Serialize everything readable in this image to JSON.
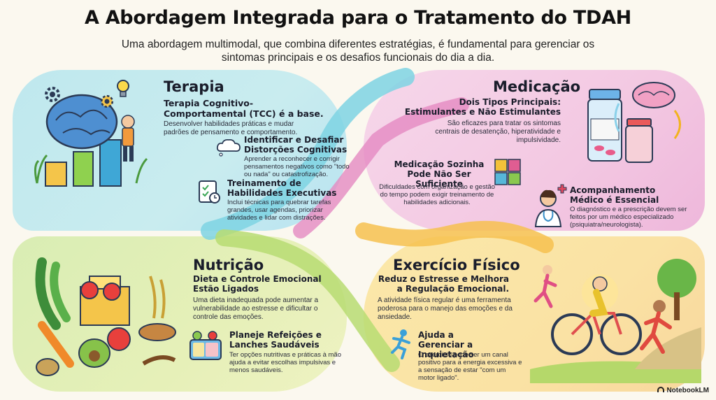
{
  "header": {
    "title": "A Abordagem Integrada para o Tratamento do TDAH",
    "subtitle": "Uma abordagem multimodal, que combina diferentes estratégias, é fundamental para gerenciar os sintomas principais e os desafios funcionais do dia a dia."
  },
  "terapia": {
    "title": "Terapia",
    "lead": "Terapia Cognitivo-Comportamental (TCC) é a base.",
    "desc": "Desenvolver habilidades práticas e mudar padrões de pensamento e comportamento.",
    "item1_title": "Identificar e Desafiar Distorções Cognitivas",
    "item1_text": "Aprender a reconhecer e corrigir pensamentos negativos como \"todo ou nada\" ou catastrofização.",
    "item2_title": "Treinamento de Habilidades Executivas",
    "item2_text": "Inclui técnicas para quebrar tarefas grandes, usar agendas, priorizar atividades e lidar com distrações."
  },
  "medicacao": {
    "title": "Medicação",
    "lead": "Dois Tipos Principais: Estimulantes e Não Estimulantes",
    "desc": "São eficazes para tratar os sintomas centrais de desatenção, hiperatividade e impulsividade.",
    "item1_title": "Medicação Sozinha Pode Não Ser Suficiente",
    "item1_text": "Dificuldades com organização e gestão do tempo podem exigir treinamento de habilidades adicionais.",
    "item2_title": "Acompanhamento Médico é Essencial",
    "item2_text": "O diagnóstico e a prescrição devem ser feitos por um médico especializado (psiquiatra/neurologista)."
  },
  "nutricao": {
    "title": "Nutrição",
    "lead": "Dieta e Controle Emocional Estão Ligados",
    "desc": "Uma dieta inadequada pode aumentar a vulnerabilidade ao estresse e dificultar o controle das emoções.",
    "item1_title": "Planeje Refeições e Lanches Saudáveis",
    "item1_text": "Ter opções nutritivas e práticas à mão ajuda a evitar escolhas impulsivas e menos saudáveis."
  },
  "exercicio": {
    "title": "Exercício Físico",
    "lead": "Reduz o Estresse e Melhora a Regulação Emocional.",
    "desc": "A atividade física regular é uma ferramenta poderosa para o manejo das emoções e da ansiedade.",
    "item1_title": "Ajuda a Gerenciar a Inquietação",
    "item1_text": "O exercício pode ser um canal positivo para a energia excessiva e a sensação de estar \"com um motor ligado\"."
  },
  "footer": {
    "brand": "NotebookLM"
  },
  "icons": {
    "brain": "brain-icon",
    "gear": "gear-icon",
    "lightbulb": "lightbulb-icon",
    "cloud": "thought-cloud-icon",
    "checklist": "checklist-icon",
    "pills": "pill-bottles-icon",
    "puzzle": "puzzle-icon",
    "doctor": "doctor-icon",
    "cross": "medical-cross-icon",
    "vegetables": "vegetables-icon",
    "lunchbox": "lunchbox-icon",
    "runner": "runner-icon",
    "cyclist": "cyclist-icon"
  },
  "colors": {
    "terapia": "#bfe8ee",
    "medicacao": "#f3c8e2",
    "nutricao": "#dff0b6",
    "exercicio": "#fbe3a3"
  }
}
